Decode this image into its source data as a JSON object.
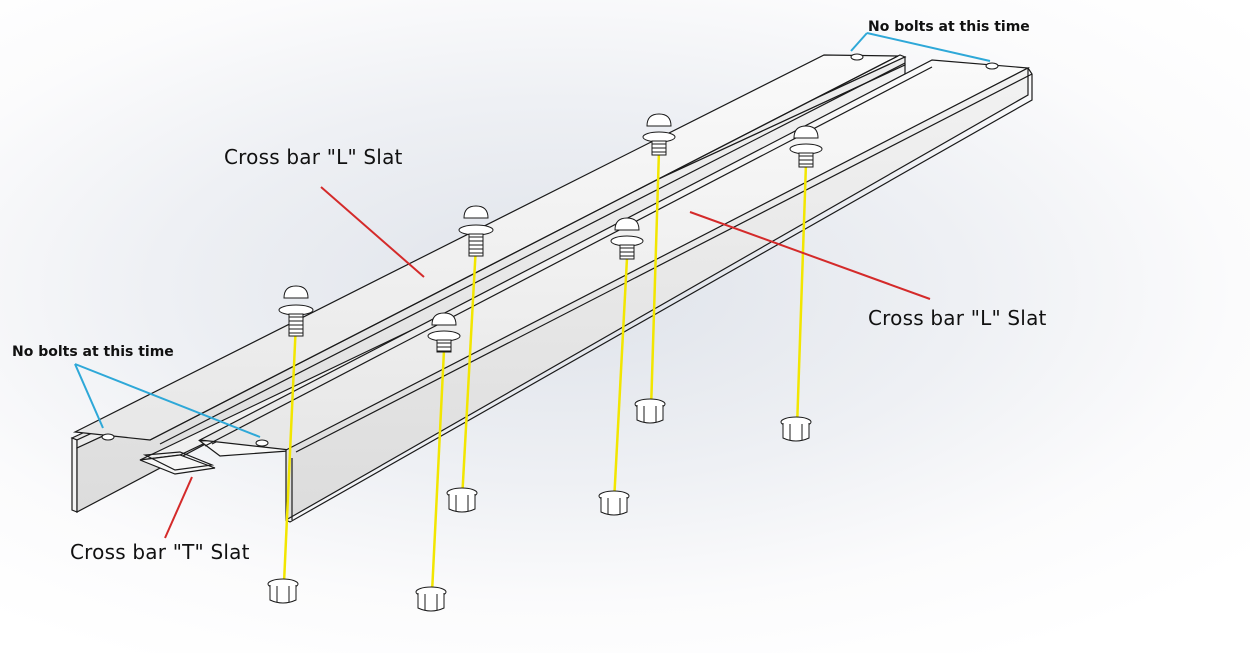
{
  "labels": {
    "cross_bar_l_slat_top": "Cross bar \"L\" Slat",
    "cross_bar_l_slat_right": "Cross bar \"L\" Slat",
    "cross_bar_t_slat": "Cross bar \"T\" Slat",
    "no_bolts_left": "No bolts at this time",
    "no_bolts_right": "No bolts at this time"
  },
  "colors": {
    "background": "#ffffff",
    "part_stroke": "#1a1a1a",
    "bolt_guide": "#f2e600",
    "leader_red": "#d42a2a",
    "leader_blue": "#2ea8d8"
  }
}
